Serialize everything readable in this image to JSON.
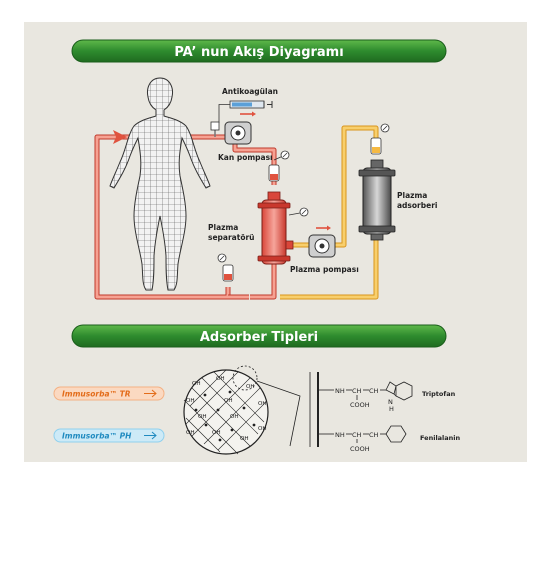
{
  "title": "PA’ nun Akış Diyagramı",
  "section2_title": "Adsorber Tipleri",
  "labels": {
    "anticoagulant": "Antikoagülan",
    "blood_pump": "Kan pompası",
    "plasma_separator_1": "Plazma",
    "plasma_separator_2": "separatörü",
    "plasma_pump": "Plazma pompası",
    "plasma_adsorber_1": "Plazma",
    "plasma_adsorber_2": "adsorberi"
  },
  "adsorbers": [
    {
      "name": "Immusorba™ TR",
      "color": "#f4b183",
      "text_color": "#e36c1a"
    },
    {
      "name": "Immusorba™ PH",
      "color": "#8fd0ee",
      "text_color": "#1f8ac0"
    }
  ],
  "chem": {
    "nh": "NH",
    "ch": "CH",
    "ch2": "CH",
    "cooh": "COOH",
    "tryptophan": "Triptofan",
    "phenylalanine": "Fenilalanin",
    "indole_n": "N",
    "indole_h": "H",
    "oh": "OH"
  },
  "colors": {
    "banner_green": "#2e8b2e",
    "blood_line": "#f08a7a",
    "plasma_line": "#f5b942",
    "panel_bg": "#e9e7e0"
  }
}
